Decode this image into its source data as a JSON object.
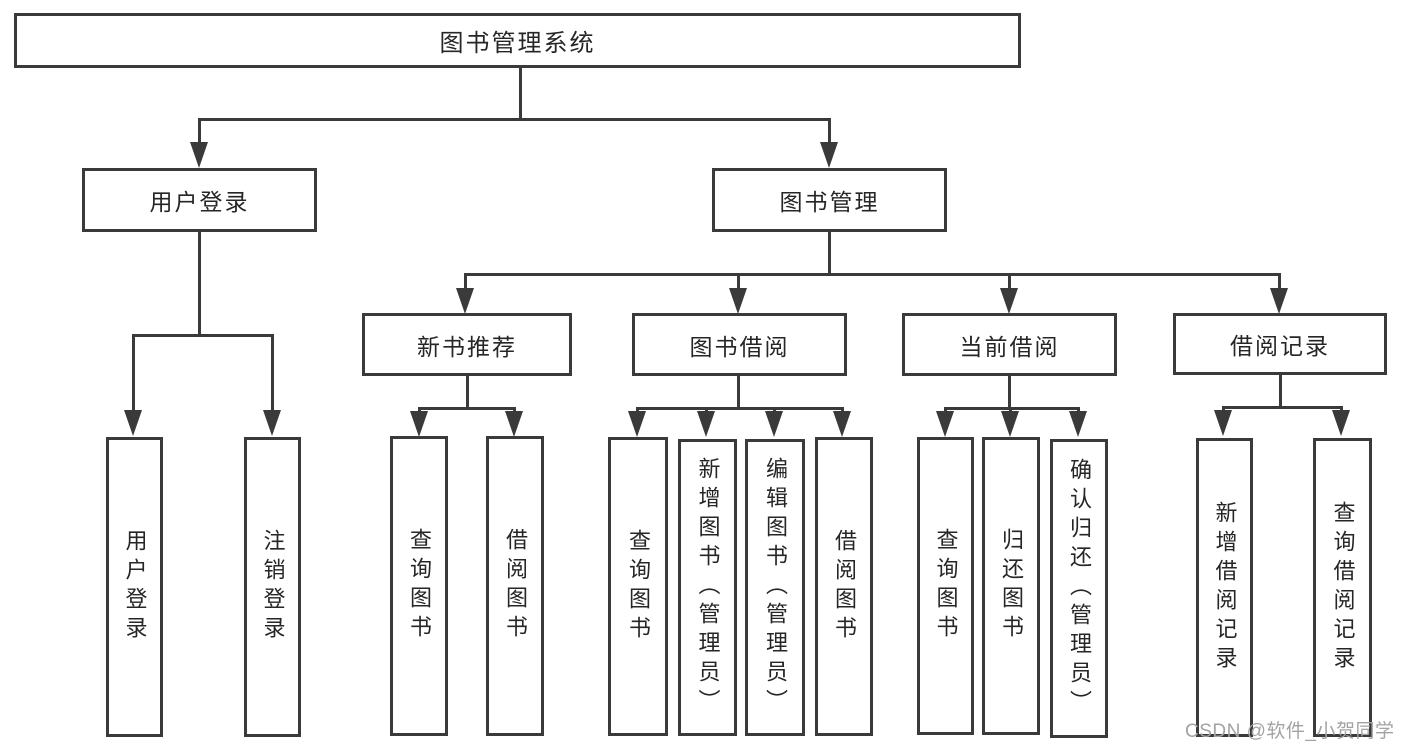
{
  "diagram": {
    "root": {
      "label": "图书管理系统"
    },
    "branches": [
      {
        "label": "用户登录",
        "children": [
          {
            "label": "用户登录"
          },
          {
            "label": "注销登录"
          }
        ]
      },
      {
        "label": "图书管理",
        "children": [
          {
            "label": "新书推荐",
            "children": [
              {
                "label": "查询图书"
              },
              {
                "label": "借阅图书"
              }
            ]
          },
          {
            "label": "图书借阅",
            "children": [
              {
                "label": "查询图书"
              },
              {
                "label": "新增图书（管理员）"
              },
              {
                "label": "编辑图书（管理员）"
              },
              {
                "label": "借阅图书"
              }
            ]
          },
          {
            "label": "当前借阅",
            "children": [
              {
                "label": "查询图书"
              },
              {
                "label": "归还图书"
              },
              {
                "label": "确认归还（管理员）"
              }
            ]
          },
          {
            "label": "借阅记录",
            "children": [
              {
                "label": "新增借阅记录"
              },
              {
                "label": "查询借阅记录"
              }
            ]
          }
        ]
      }
    ]
  },
  "watermark": {
    "text": "CSDN @软件_小贺同学"
  },
  "colors": {
    "line": "#3a3a3a",
    "text": "#262626",
    "watermark": "#a3a3a3",
    "background": "#ffffff"
  }
}
